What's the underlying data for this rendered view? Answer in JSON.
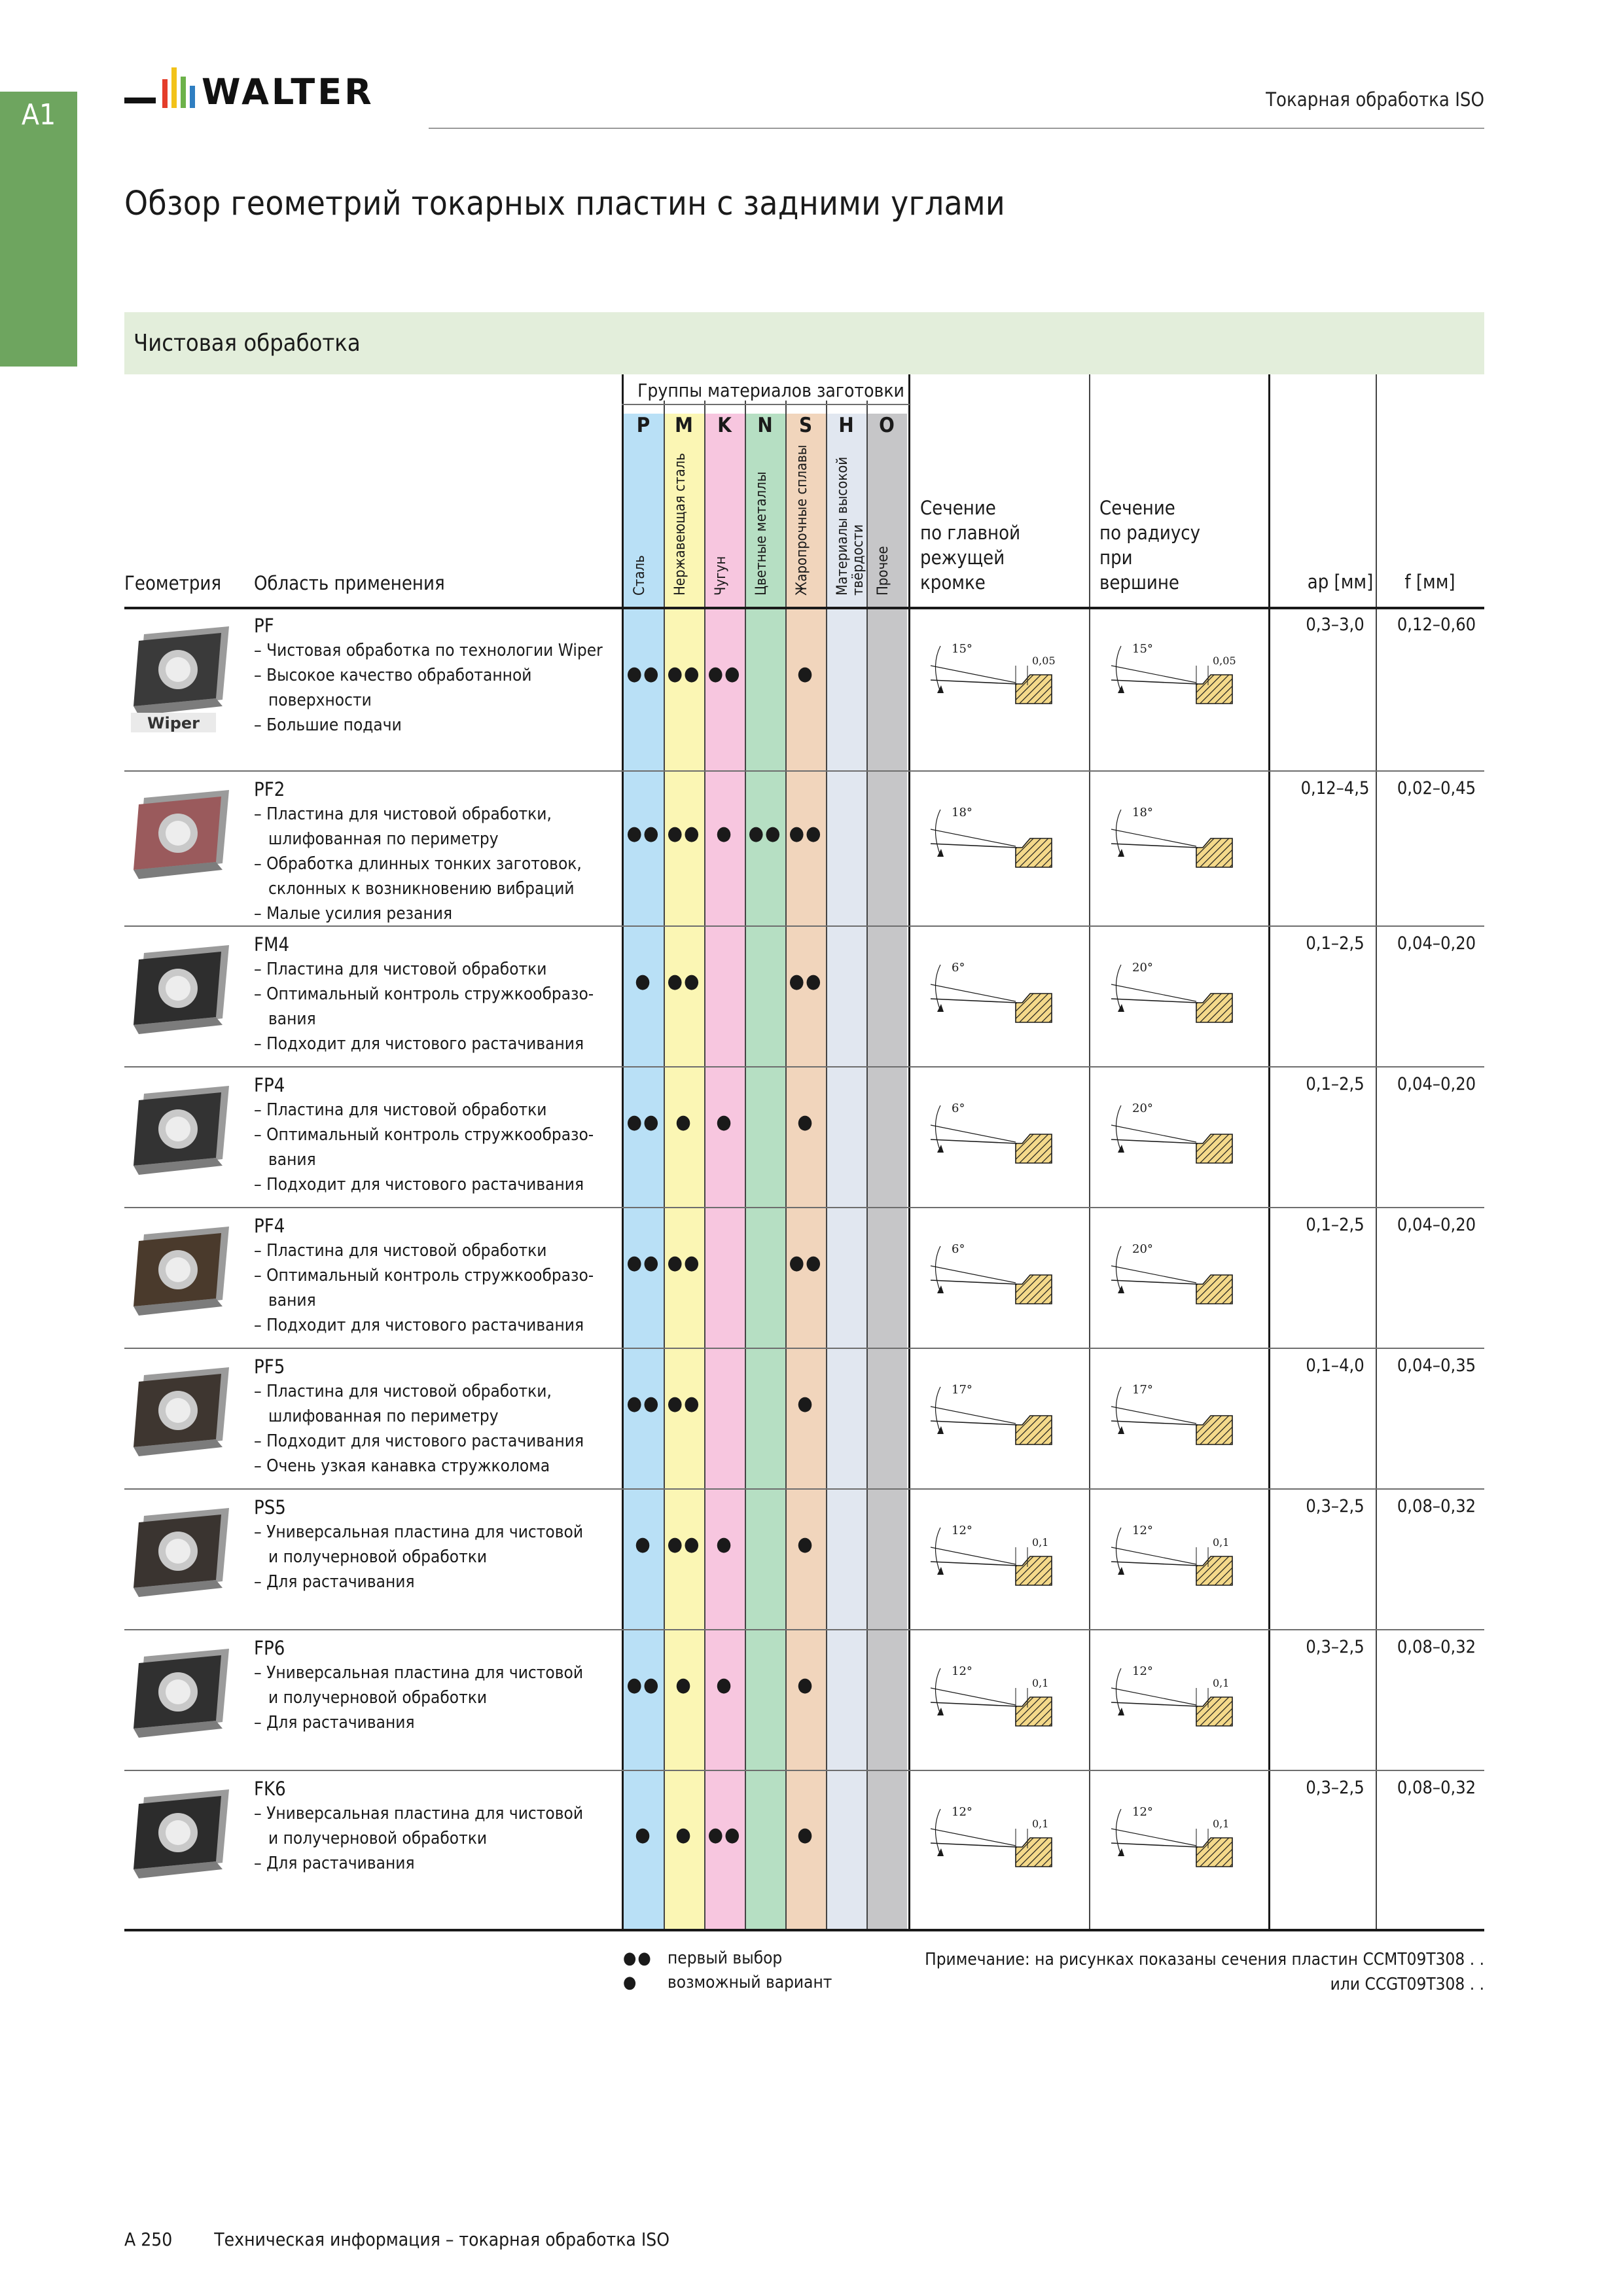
{
  "side_tab": "A1",
  "logo_text": "WALTER",
  "header_right": "Токарная обработка ISO",
  "page_title": "Обзор геометрий токарных пластин с задними углами",
  "section_title": "Чистовая обработка",
  "table": {
    "col_geometry": "Геометрия",
    "col_application": "Область применения",
    "group_title": "Группы материалов заготовки",
    "groups": [
      {
        "letter": "P",
        "label": "Сталь",
        "color": "#b9e0f6"
      },
      {
        "letter": "M",
        "label": "Нержавеющая сталь",
        "color": "#fbf6b4"
      },
      {
        "letter": "K",
        "label": "Чугун",
        "color": "#f7c6df"
      },
      {
        "letter": "N",
        "label": "Цветные металлы",
        "color": "#b6dfc3"
      },
      {
        "letter": "S",
        "label": "Жаропрочные сплавы",
        "color": "#f1d5bc"
      },
      {
        "letter": "H",
        "label": "Материалы высокой твёрдости",
        "color": "#e1e7f0"
      },
      {
        "letter": "O",
        "label": "Прочее",
        "color": "#c6c6c8"
      }
    ],
    "col_section_main": [
      "Сечение",
      "по главной",
      "режущей",
      "кромке"
    ],
    "col_section_radius": [
      "Сечение",
      "по радиусу",
      "при",
      "вершине"
    ],
    "col_ap": "ap [мм]",
    "col_f": "f [мм]",
    "rows": [
      {
        "name": "PF",
        "desc": [
          "– Чистовая обработка по технологии Wiper",
          "– Высокое качество обработанной",
          "поверхности",
          "– Большие подачи"
        ],
        "indent": [
          2
        ],
        "dots": [
          "●●",
          "●●",
          "●●",
          "",
          "●",
          "",
          ""
        ],
        "ap": "0,3–3,0",
        "f": "0,12–0,60",
        "angle_main": "15°",
        "angle_radius": "15°",
        "dim_main": "0,05",
        "dim_radius": "0,05",
        "badge": "Wiper",
        "insert_color": "#3a3a3a"
      },
      {
        "name": "PF2",
        "desc": [
          "– Пластина для чистовой обработки,",
          "шлифованная по периметру",
          "– Обработка длинных тонких заготовок,",
          "склонных к возникновению вибраций",
          "– Малые усилия резания"
        ],
        "indent": [
          1,
          3
        ],
        "dots": [
          "●●",
          "●●",
          "●",
          "●●",
          "●●",
          "",
          ""
        ],
        "ap": "0,12–4,5",
        "f": "0,02–0,45",
        "angle_main": "18°",
        "angle_radius": "18°",
        "dim_main": "",
        "dim_radius": "",
        "badge": "",
        "insert_color": "#9a5a5c"
      },
      {
        "name": "FM4",
        "desc": [
          "– Пластина для чистовой обработки",
          "– Оптимальный контроль стружкообразо-",
          "вания",
          "– Подходит для чистового растачивания"
        ],
        "indent": [
          2
        ],
        "dots": [
          "●",
          "●●",
          "",
          "",
          "●●",
          "",
          ""
        ],
        "ap": "0,1–2,5",
        "f": "0,04–0,20",
        "angle_main": "6°",
        "angle_radius": "20°",
        "dim_main": "",
        "dim_radius": "",
        "badge": "",
        "insert_color": "#2e2e2e"
      },
      {
        "name": "FP4",
        "desc": [
          "– Пластина для чистовой обработки",
          "– Оптимальный контроль стружкообразо-",
          "вания",
          "– Подходит для чистового растачивания"
        ],
        "indent": [
          2
        ],
        "dots": [
          "●●",
          "●",
          "●",
          "",
          "●",
          "",
          ""
        ],
        "ap": "0,1–2,5",
        "f": "0,04–0,20",
        "angle_main": "6°",
        "angle_radius": "20°",
        "dim_main": "",
        "dim_radius": "",
        "badge": "",
        "insert_color": "#333333"
      },
      {
        "name": "PF4",
        "desc": [
          "– Пластина для чистовой обработки",
          "– Оптимальный контроль стружкообразо-",
          "вания",
          "– Подходит для чистового растачивания"
        ],
        "indent": [
          2
        ],
        "dots": [
          "●●",
          "●●",
          "",
          "",
          "●●",
          "",
          ""
        ],
        "ap": "0,1–2,5",
        "f": "0,04–0,20",
        "angle_main": "6°",
        "angle_radius": "20°",
        "dim_main": "",
        "dim_radius": "",
        "badge": "",
        "insert_color": "#4a3a2c"
      },
      {
        "name": "PF5",
        "desc": [
          "– Пластина для чистовой обработки,",
          "шлифованная по периметру",
          "– Подходит для чистового растачивания",
          "– Очень узкая канавка стружколома"
        ],
        "indent": [
          1
        ],
        "dots": [
          "●●",
          "●●",
          "",
          "",
          "●",
          "",
          ""
        ],
        "ap": "0,1–4,0",
        "f": "0,04–0,35",
        "angle_main": "17°",
        "angle_radius": "17°",
        "dim_main": "",
        "dim_radius": "",
        "badge": "",
        "insert_color": "#3e3630"
      },
      {
        "name": "PS5",
        "desc": [
          "– Универсальная пластина для чистовой",
          "и получерновой обработки",
          "– Для растачивания"
        ],
        "indent": [
          1
        ],
        "dots": [
          "●",
          "●●",
          "●",
          "",
          "●",
          "",
          ""
        ],
        "ap": "0,3–2,5",
        "f": "0,08–0,32",
        "angle_main": "12°",
        "angle_radius": "12°",
        "dim_main": "0,1",
        "dim_radius": "0,1",
        "badge": "",
        "insert_color": "#3a3430"
      },
      {
        "name": "FP6",
        "desc": [
          "– Универсальная пластина для чистовой",
          "и получерновой обработки",
          "– Для растачивания"
        ],
        "indent": [
          1
        ],
        "dots": [
          "●●",
          "●",
          "●",
          "",
          "●",
          "",
          ""
        ],
        "ap": "0,3–2,5",
        "f": "0,08–0,32",
        "angle_main": "12°",
        "angle_radius": "12°",
        "dim_main": "0,1",
        "dim_radius": "0,1",
        "badge": "",
        "insert_color": "#303030"
      },
      {
        "name": "FK6",
        "desc": [
          "– Универсальная пластина для чистовой",
          "и получерновой обработки",
          "– Для растачивания"
        ],
        "indent": [
          1
        ],
        "dots": [
          "●",
          "●",
          "●●",
          "",
          "●",
          "",
          ""
        ],
        "ap": "0,3–2,5",
        "f": "0,08–0,32",
        "angle_main": "12°",
        "angle_radius": "12°",
        "dim_main": "0,1",
        "dim_radius": "0,1",
        "badge": "",
        "insert_color": "#2c2c2c"
      }
    ]
  },
  "legend": [
    {
      "symbol": "●●",
      "label": "первый выбор"
    },
    {
      "symbol": "●",
      "label": "возможный вариант"
    }
  ],
  "note": [
    "Примечание: на рисунках показаны сечения пластин CCMT09T308 . .",
    "или CCGT09T308 . ."
  ],
  "footer": {
    "page": "A 250",
    "text": "Техническая информация – токарная обработка ISO"
  },
  "colors": {
    "side_tab": "#6ea55f",
    "section_bar": "#e3eedb",
    "hatch": "#d9a431"
  }
}
